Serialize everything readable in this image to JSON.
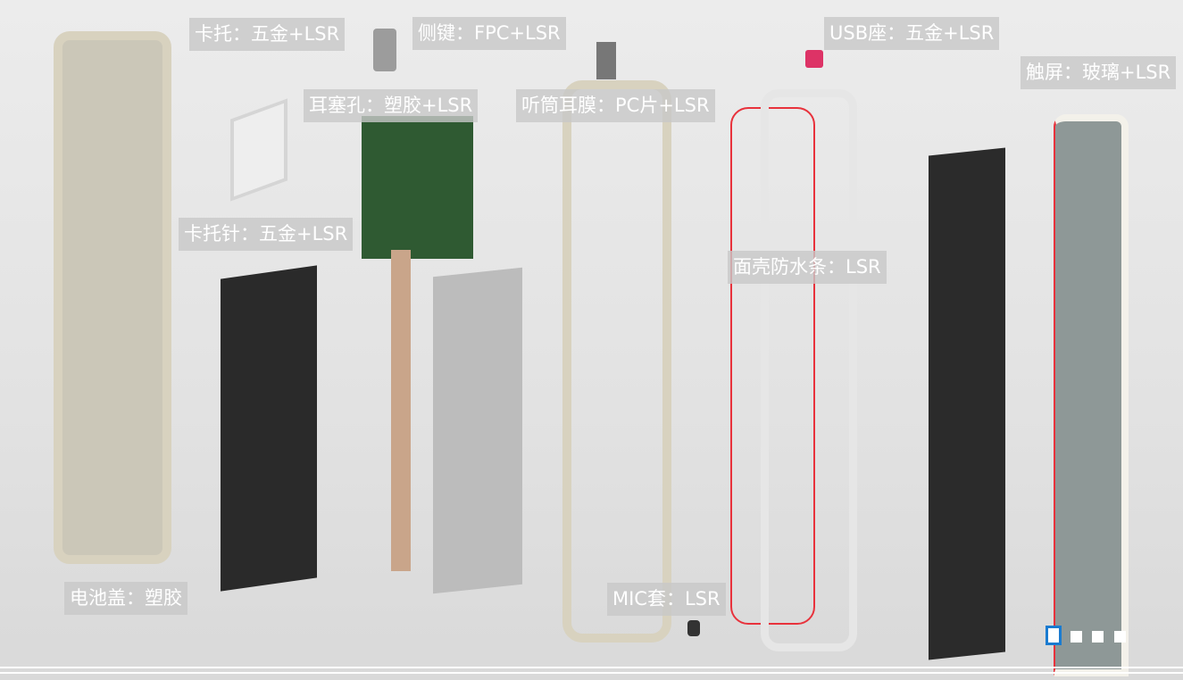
{
  "labels": {
    "card_tray": "卡托：五金+LSR",
    "side_key": "侧键：FPC+LSR",
    "usb_seat": "USB座：五金+LSR",
    "touch_screen": "触屏：玻璃+LSR",
    "earphone_hole": "耳塞孔：塑胶+LSR",
    "receiver_membrane": "听筒耳膜：PC片+LSR",
    "card_pin": "卡托针：五金+LSR",
    "face_shell_seal": "面壳防水条：LSR",
    "mic_sleeve": "MIC套：LSR",
    "battery_cover": "电池盖：塑胶"
  },
  "carousel": {
    "slides": 4,
    "active_index": 0
  },
  "colors": {
    "accent": "#1a7bd0",
    "seal_red": "#e8323c"
  }
}
